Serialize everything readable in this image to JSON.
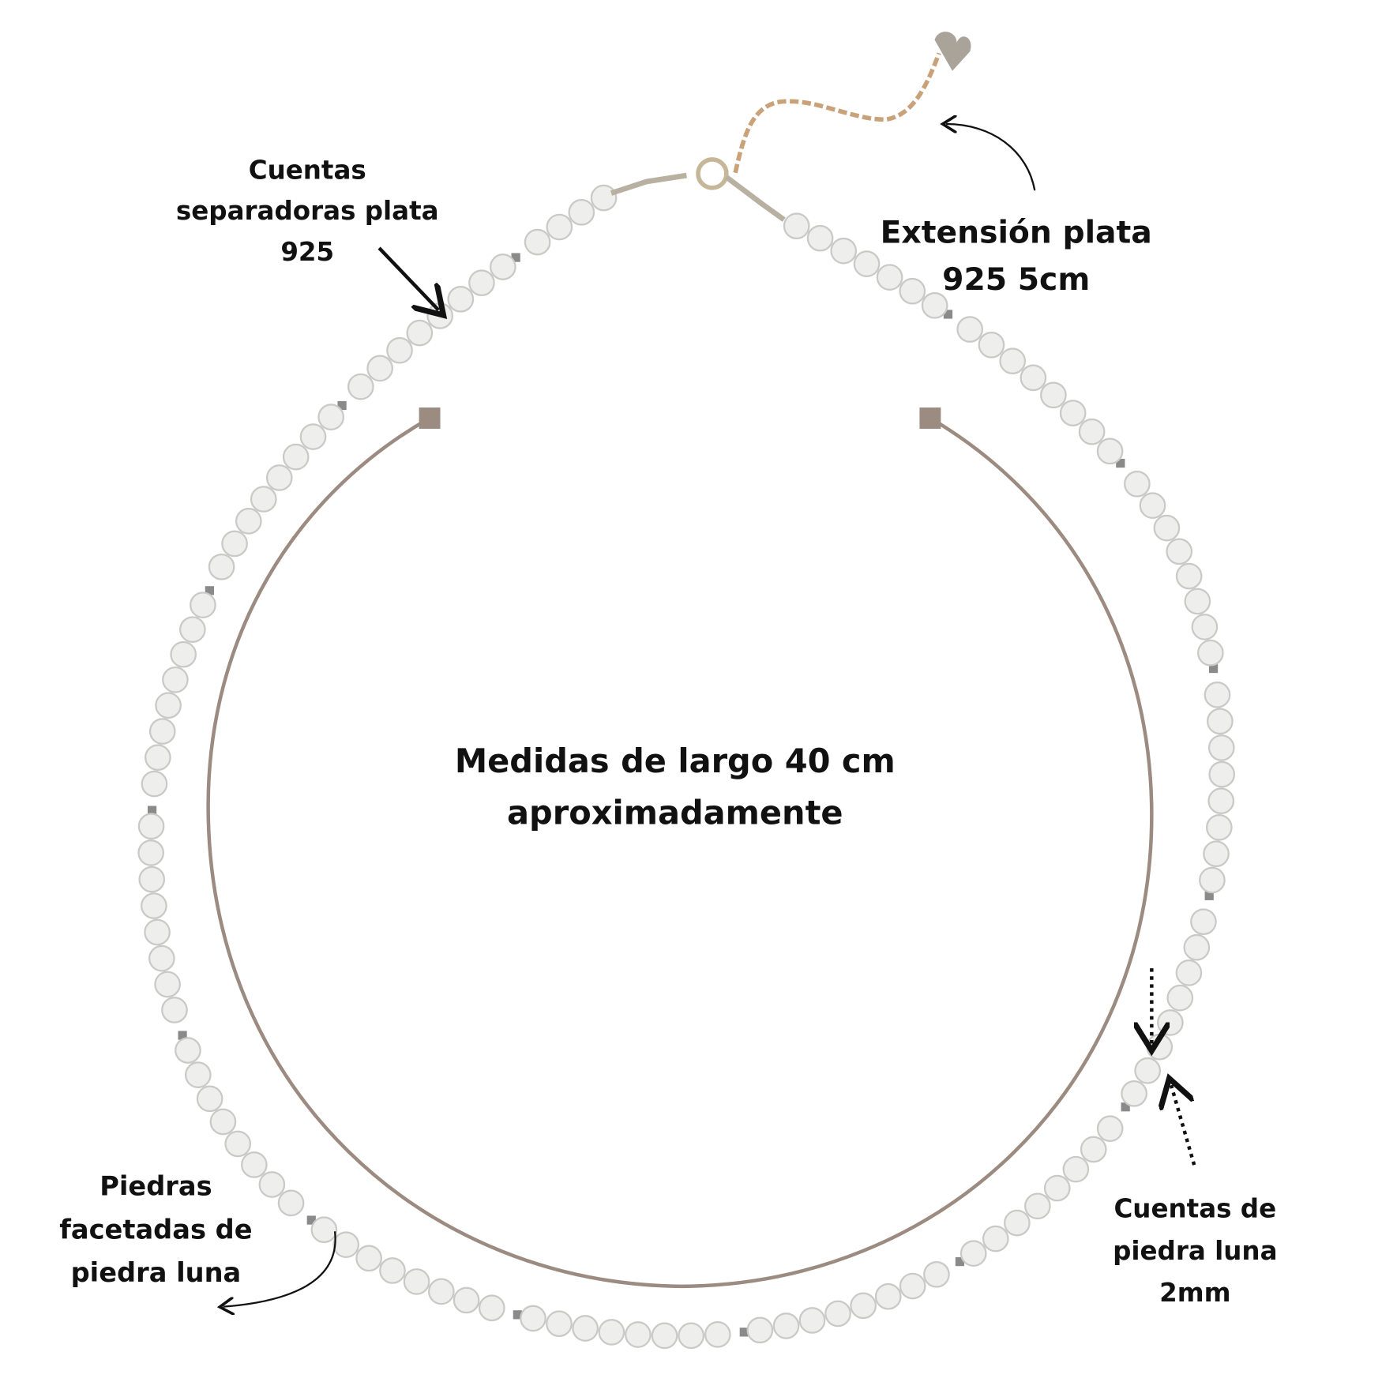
{
  "labels": {
    "spacer_beads": [
      "Cuentas",
      "separadoras  plata",
      "925"
    ],
    "extension": [
      "Extensión plata",
      "925 5cm"
    ],
    "length": [
      "Medidas de largo 40 cm",
      "aproximadamente"
    ],
    "faceted_stones": [
      "Piedras",
      "facetadas de",
      "piedra luna"
    ],
    "moonstone_beads": [
      "Cuentas de",
      "piedra luna",
      "2mm"
    ]
  },
  "colors": {
    "measure_arc": "#9c8b80",
    "bead": "#eeeeec",
    "bead_shadow": "#c9c9c6",
    "spacer": "#8a8a8a",
    "chain": "#c9a27a",
    "text": "#111111"
  }
}
